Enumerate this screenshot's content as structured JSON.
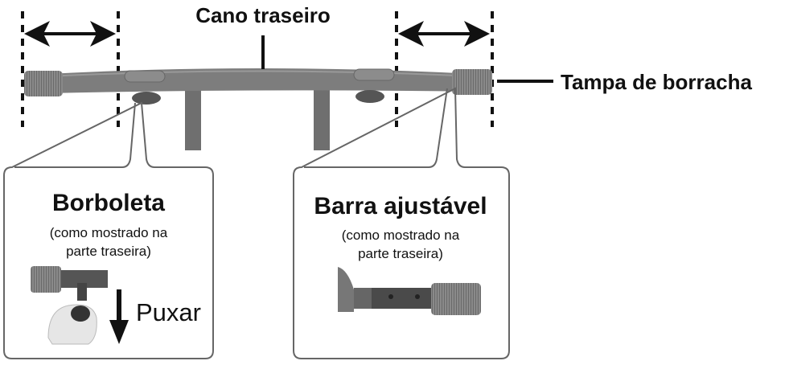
{
  "labels": {
    "rear_tube": "Cano traseiro",
    "rubber_cap": "Tampa de borracha"
  },
  "callouts": [
    {
      "title": "Borboleta",
      "note_line1": "(como mostrado na",
      "note_line2": "parte traseira)",
      "action": "Puxar"
    },
    {
      "title": "Barra ajustável",
      "note_line1": "(como mostrado na",
      "note_line2": "parte traseira)"
    }
  ],
  "colors": {
    "metal": "#7d7d7d",
    "ink": "#111111",
    "frame": "#666666"
  }
}
